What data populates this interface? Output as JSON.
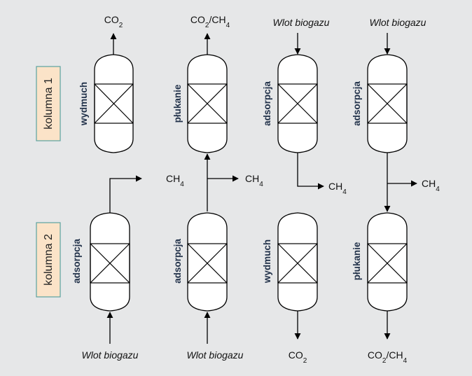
{
  "columns": {
    "col1": "kolumna 1",
    "col2": "kolumna 2"
  },
  "vessels": {
    "c1_1": {
      "stage": "wydmuch",
      "top": "CO2"
    },
    "c1_2": {
      "stage": "płukanie",
      "top": "CO2/CH4"
    },
    "c1_3": {
      "stage": "adsorpcja",
      "top": "Wlot biogazu",
      "side": "CH4"
    },
    "c1_4": {
      "stage": "adsorpcja",
      "top": "Wlot biogazu",
      "side": "CH4"
    },
    "c2_1": {
      "stage": "adsorpcja",
      "bottom": "Wlot biogazu",
      "side": "CH4"
    },
    "c2_2": {
      "stage": "adsorpcja",
      "bottom": "Wlot biogazu",
      "side": "CH4"
    },
    "c2_3": {
      "stage": "wydmuch",
      "bottom": "CO2"
    },
    "c2_4": {
      "stage": "płukanie",
      "bottom": "CO2/CH4"
    }
  },
  "colors": {
    "background": "#e6e7e8",
    "label_box_fill": "#fbe3c8",
    "label_box_border": "#5aa3a0",
    "stage_text": "#22324a"
  }
}
